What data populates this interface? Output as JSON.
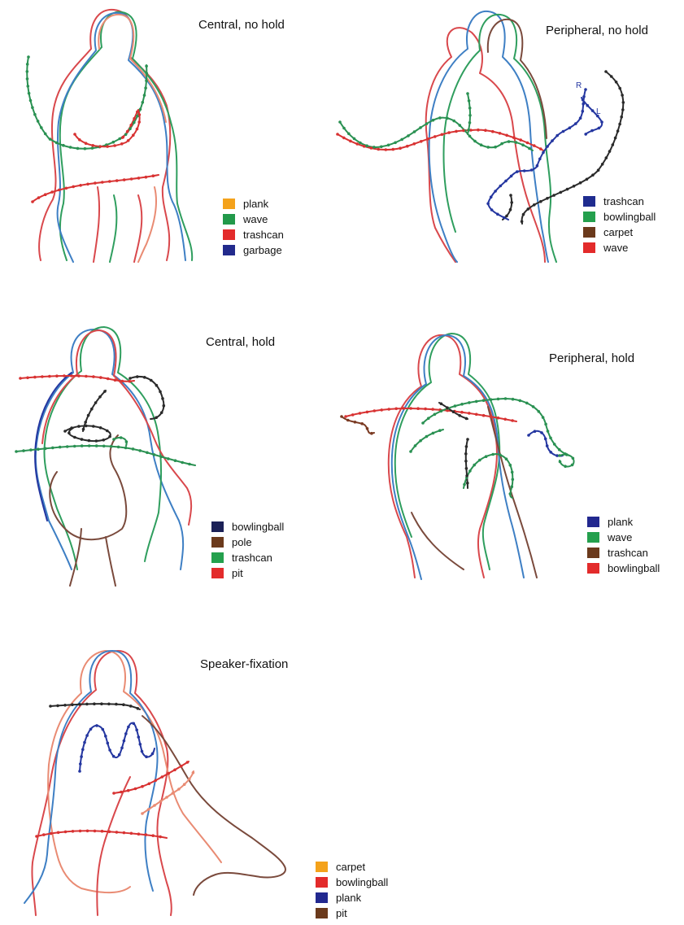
{
  "panels": [
    {
      "title": "Central, no hold",
      "legend": [
        {
          "label": "plank",
          "color": "#f4a21b"
        },
        {
          "label": "wave",
          "color": "#22994a"
        },
        {
          "label": "trashcan",
          "color": "#e32b2b"
        },
        {
          "label": "garbage",
          "color": "#222a8c"
        }
      ]
    },
    {
      "title": "Peripheral, no hold",
      "legend": [
        {
          "label": "trashcan",
          "color": "#1f2c8f"
        },
        {
          "label": "bowlingball",
          "color": "#24a04d"
        },
        {
          "label": "carpet",
          "color": "#6b3a1c"
        },
        {
          "label": "wave",
          "color": "#e32b2b"
        }
      ]
    },
    {
      "title": "Central, hold",
      "legend": [
        {
          "label": "bowlingball",
          "color": "#1b2157"
        },
        {
          "label": "pole",
          "color": "#6b3a1c"
        },
        {
          "label": "trashcan",
          "color": "#24a04d"
        },
        {
          "label": "pit",
          "color": "#e32b2b"
        }
      ]
    },
    {
      "title": "Peripheral, hold",
      "legend": [
        {
          "label": "plank",
          "color": "#22288f"
        },
        {
          "label": "wave",
          "color": "#24a04d"
        },
        {
          "label": "trashcan",
          "color": "#6b3a1c"
        },
        {
          "label": "bowlingball",
          "color": "#e32b2b"
        }
      ]
    },
    {
      "title": "Speaker-fixation",
      "legend": [
        {
          "label": "carpet",
          "color": "#f4a21b"
        },
        {
          "label": "bowlingball",
          "color": "#e32b2b"
        },
        {
          "label": "plank",
          "color": "#22288f"
        },
        {
          "label": "pit",
          "color": "#6b3a1c"
        }
      ]
    }
  ],
  "annotations": {
    "right": "R",
    "left": "L"
  },
  "colors": {
    "outline_red": "#d9484c",
    "outline_blue": "#3e7fc4",
    "outline_green": "#2f9e5e",
    "outline_salmon": "#e98b73",
    "outline_brown": "#7a4a3c",
    "trace_red": "#d83232",
    "trace_green": "#2a9152",
    "trace_blue": "#2436a0",
    "trace_dark": "#2a2a2a",
    "trace_brown": "#7a3a22"
  }
}
